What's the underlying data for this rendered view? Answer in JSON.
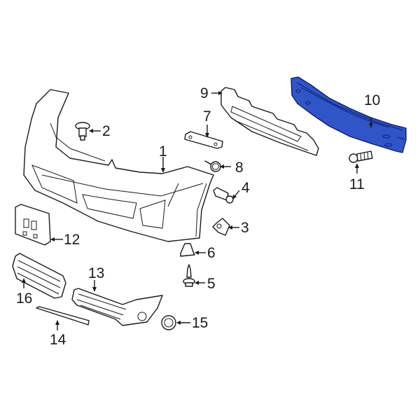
{
  "diagram": {
    "title": "Front bumper assembly exploded parts diagram",
    "highlight_color": "#2f55c8",
    "highlighted_part": "10",
    "callouts": [
      {
        "id": "1",
        "label": "1",
        "part": "bumper-cover"
      },
      {
        "id": "2",
        "label": "2",
        "part": "push-retainer"
      },
      {
        "id": "3",
        "label": "3",
        "part": "clip-nut"
      },
      {
        "id": "4",
        "label": "4",
        "part": "push-rivet"
      },
      {
        "id": "5",
        "label": "5",
        "part": "screw"
      },
      {
        "id": "6",
        "label": "6",
        "part": "retainer-nut"
      },
      {
        "id": "7",
        "label": "7",
        "part": "bracket"
      },
      {
        "id": "8",
        "label": "8",
        "part": "bolt"
      },
      {
        "id": "9",
        "label": "9",
        "part": "energy-absorber"
      },
      {
        "id": "10",
        "label": "10",
        "part": "impact-reinforcement-bar"
      },
      {
        "id": "11",
        "label": "11",
        "part": "reinforcement-bolt"
      },
      {
        "id": "12",
        "label": "12",
        "part": "license-plate-bracket"
      },
      {
        "id": "13",
        "label": "13",
        "part": "fog-lamp-grille"
      },
      {
        "id": "14",
        "label": "14",
        "part": "molding-strip"
      },
      {
        "id": "15",
        "label": "15",
        "part": "fog-lamp-bezel-ring"
      },
      {
        "id": "16",
        "label": "16",
        "part": "lower-grille"
      }
    ]
  }
}
